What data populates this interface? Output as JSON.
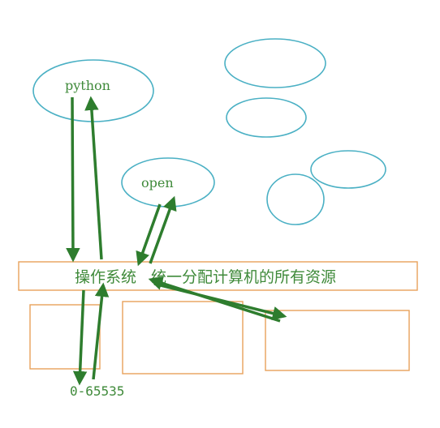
{
  "diagram": {
    "processes": [
      {
        "id": "python",
        "label": "python"
      },
      {
        "id": "open",
        "label": "open"
      }
    ],
    "os_bar": {
      "label_main": "操作系统",
      "label_desc": "统一分配计算机的所有资源"
    },
    "port_range": "0-65535",
    "colors": {
      "ellipse_stroke": "#4ab0c4",
      "box_stroke": "#e8a15a",
      "arrow": "#2e7d2e",
      "text": "#3f8a3a",
      "background": "#ffffff"
    }
  }
}
